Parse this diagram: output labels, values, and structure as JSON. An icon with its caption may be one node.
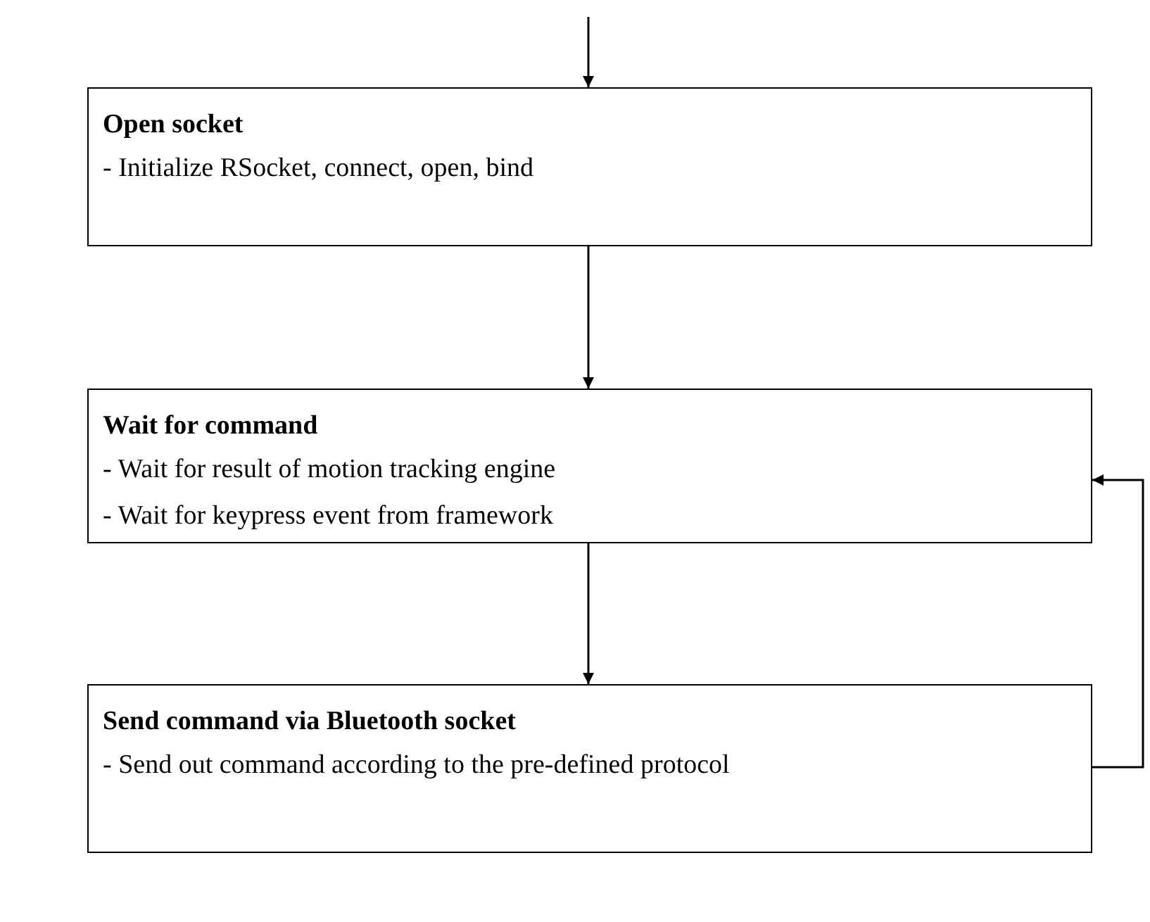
{
  "diagram": {
    "nodes": [
      {
        "text": [
          "Open socket",
          "- Initialize RSocket, connect, open, bind"
        ]
      },
      {
        "text": [
          "Wait for command",
          "- Wait for result of motion tracking engine",
          "- Wait for keypress event from framework"
        ]
      },
      {
        "text": [
          "Send command via Bluetooth socket",
          "- Send out command according to the pre-defined protocol"
        ]
      }
    ],
    "edges": [
      {
        "from": null,
        "to": 0,
        "arrow": "to"
      },
      {
        "from": 0,
        "to": 1,
        "arrow": "to"
      },
      {
        "from": 1,
        "to": 2,
        "arrow": "to"
      },
      {
        "from": 2,
        "to": 1,
        "arrow": "to"
      }
    ]
  }
}
